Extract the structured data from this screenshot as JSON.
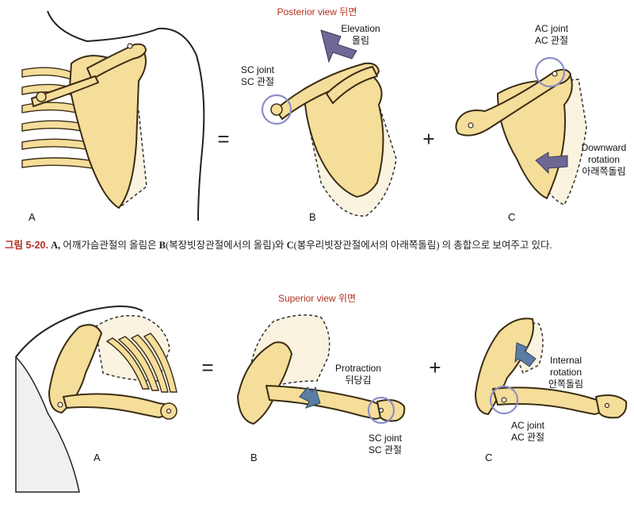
{
  "posterior": {
    "title": "Posterior view 뒤면",
    "elevation": [
      "Elevation",
      "올림"
    ],
    "sc_joint": [
      "SC joint",
      "SC 관절"
    ],
    "ac_joint": [
      "AC joint",
      "AC 관절"
    ],
    "downward": [
      "Downward",
      "rotation",
      "아래쪽돌림"
    ],
    "panels": [
      "A",
      "B",
      "C"
    ],
    "equals": "=",
    "plus": "+"
  },
  "caption": {
    "number": "그림 5-20.",
    "segments": [
      {
        "text": " A,",
        "bold": true
      },
      {
        "text": " 어깨가슴관절의 올림은 ",
        "bold": false
      },
      {
        "text": "B",
        "bold": true
      },
      {
        "text": "(복장빗장관절에서의 올림)와 ",
        "bold": false
      },
      {
        "text": "C",
        "bold": true
      },
      {
        "text": "(봉우리빗장관절에서의 아래쪽돌림) 의 총합으로 보여주고 있다.",
        "bold": false
      }
    ]
  },
  "superior": {
    "title": "Superior view 위면",
    "protraction": [
      "Protraction",
      "뒤당김"
    ],
    "internal": [
      "Internal",
      "rotation",
      "안쪽돌림"
    ],
    "sc_joint": [
      "SC joint",
      "SC 관절"
    ],
    "ac_joint": [
      "AC joint",
      "AC 관절"
    ],
    "panels": [
      "A",
      "B",
      "C"
    ],
    "equals": "=",
    "plus": "+"
  }
}
